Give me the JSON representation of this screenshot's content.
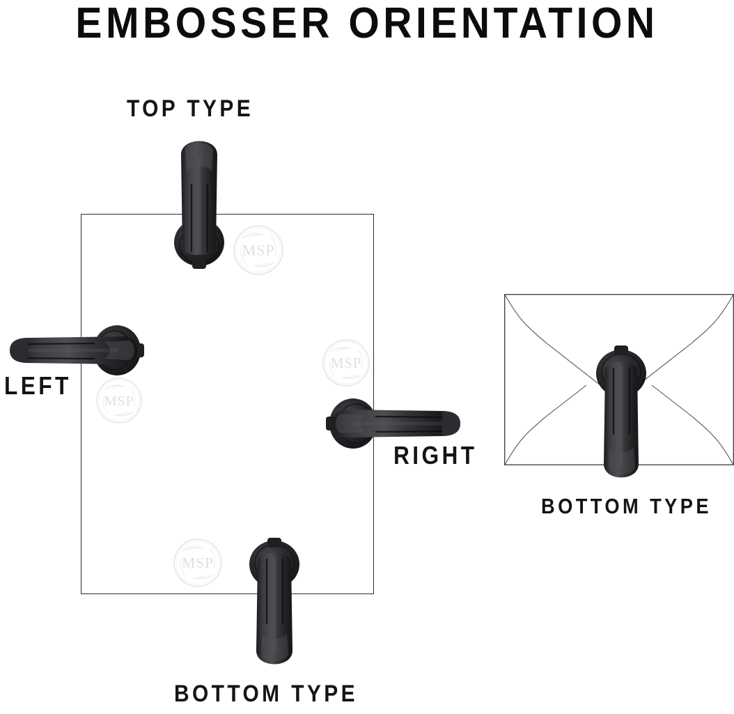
{
  "page": {
    "title": "EMBOSSER ORIENTATION",
    "background_color": "#ffffff",
    "text_color": "#0c0c0c"
  },
  "labels": {
    "top_type": "TOP TYPE",
    "left": "LEFT",
    "right": "RIGHT",
    "bottom_type": "BOTTOM TYPE",
    "envelope_bottom_type": "BOTTOM TYPE"
  },
  "seal": {
    "monogram": "MSP",
    "color": "#e3e3e3",
    "description": "embossed circular laurel wreath seal"
  },
  "colors": {
    "embosser_body": "#2b2b2d",
    "embosser_highlight": "#55565a",
    "embosser_shadow": "#121214",
    "paper_outline": "#2c2c2c",
    "envelope_outline": "#3a3a3a"
  },
  "diagram": {
    "paper_label": "sheet-of-paper",
    "envelope_label": "envelope",
    "orientations": [
      "TOP TYPE",
      "LEFT",
      "RIGHT",
      "BOTTOM TYPE"
    ],
    "envelope_orientation": "BOTTOM TYPE"
  }
}
